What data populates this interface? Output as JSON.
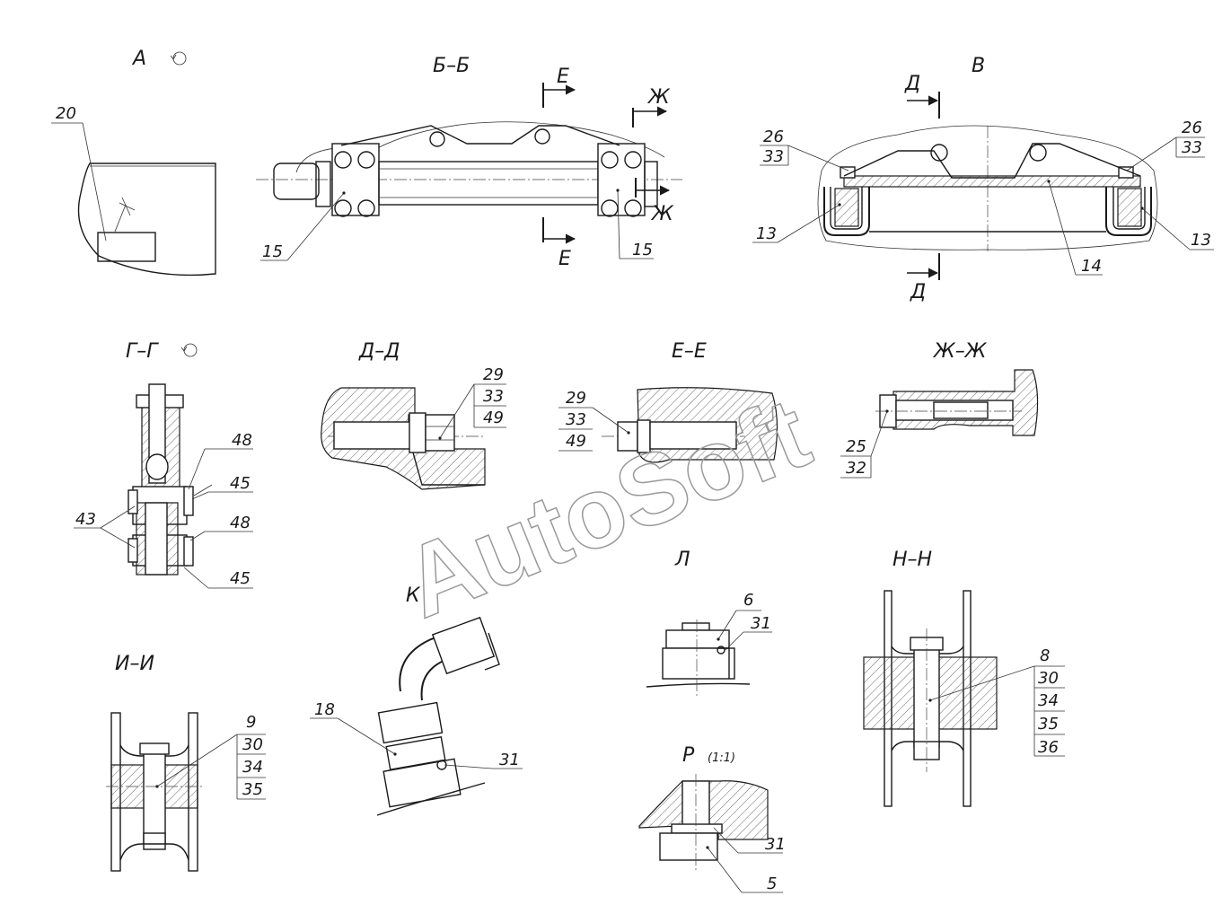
{
  "views": {
    "A": "А",
    "BB": "Б–Б",
    "V": "В",
    "GG": "Г–Г",
    "DD": "Д–Д",
    "EE": "Е–Е",
    "ZhZh": "Ж–Ж",
    "II": "И–И",
    "K": "К",
    "L": "Л",
    "NN": "Н–Н",
    "R": "Р",
    "R_scale": "(1:1)"
  },
  "section_marks": {
    "E": "Е",
    "Zh": "Ж",
    "D": "Д"
  },
  "callouts": {
    "c20": "20",
    "c15a": "15",
    "c15b": "15",
    "c26a": "26",
    "c33a": "33",
    "c26b": "26",
    "c33b": "33",
    "c13a": "13",
    "c13b": "13",
    "c14": "14",
    "c48a": "48",
    "c45a": "45",
    "c43": "43",
    "c48b": "48",
    "c45b": "45",
    "c29a": "29",
    "c33c": "33",
    "c49a": "49",
    "c29b": "29",
    "c33d": "33",
    "c49b": "49",
    "c25": "25",
    "c32": "32",
    "c9": "9",
    "c30a": "30",
    "c34a": "34",
    "c35a": "35",
    "c18": "18",
    "c31a": "31",
    "c6": "6",
    "c31b": "31",
    "c8": "8",
    "c30b": "30",
    "c34b": "34",
    "c35b": "35",
    "c36": "36",
    "c31c": "31",
    "c5": "5"
  },
  "watermark": "AutoSoft",
  "icons": [
    "rotation-icon"
  ]
}
